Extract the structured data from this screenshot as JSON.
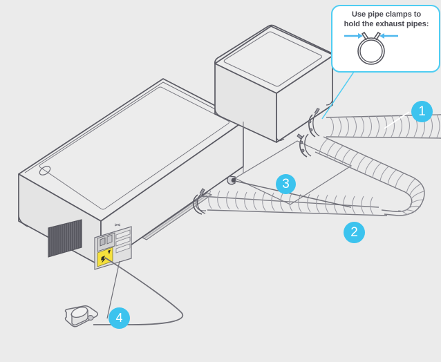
{
  "diagram": {
    "title": "Exhaust pipe installation diagram",
    "background_color": "#ebebeb",
    "line_color": "#5a5a63",
    "accent_color": "#3cc3ee",
    "text_color": "#4a4a52",
    "warning_label_color": "#f5e03c"
  },
  "callout": {
    "line1": "Use pipe clamps to",
    "line2": "hold the exhaust pipes:",
    "icon": "pipe-clamp-icon",
    "border_color": "#4fcdf2",
    "fill_color": "#ffffff",
    "arrow_left": "arrow-right-icon",
    "arrow_right": "arrow-left-icon"
  },
  "badges": [
    {
      "number": "1",
      "label": "exhaust-pipe-to-vent"
    },
    {
      "number": "2",
      "label": "exhaust-pipe-between-units"
    },
    {
      "number": "3",
      "label": "upper-unit"
    },
    {
      "number": "4",
      "label": "power-plug"
    }
  ],
  "parts": {
    "upper_unit": "dryer-upper-unit",
    "lower_unit": "washer-lower-unit",
    "hose_top": "corrugated-exhaust-hose-upper",
    "hose_bottom": "corrugated-exhaust-hose-lower",
    "vent_grille": "side-vent-grille",
    "rear_panel": "rear-service-panel",
    "warning_sticker": "high-voltage-warning-label",
    "power_socket": "power-inlet-socket",
    "power_plug": "mains-power-plug",
    "power_cable": "mains-power-cable",
    "clamp_upper": "pipe-clamp-upper-port",
    "clamp_lower": "pipe-clamp-lower-port",
    "clamp_washer": "pipe-clamp-washer-port",
    "indicator": "front-indicator-button"
  }
}
